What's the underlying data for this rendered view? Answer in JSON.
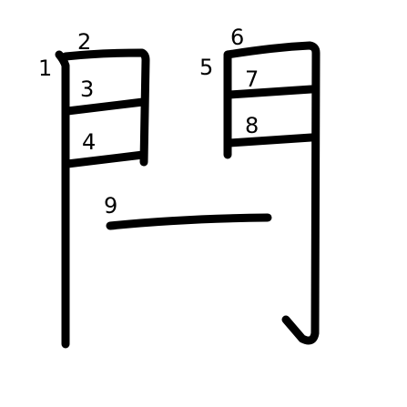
{
  "stroke_order": {
    "colors": {
      "background": "#ffffff",
      "ink": "#000000"
    },
    "numbers": [
      "1",
      "2",
      "3",
      "4",
      "5",
      "6",
      "7",
      "8",
      "9"
    ]
  }
}
